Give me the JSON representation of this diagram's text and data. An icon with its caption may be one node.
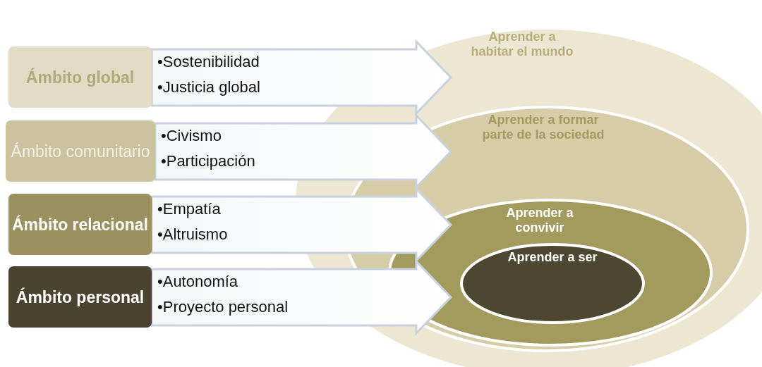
{
  "diagram": {
    "nodes": [
      {
        "text": [
          "Ámbito global"
        ]
      },
      {
        "text": [
          "•Sostenibilidad",
          "•Justicia global"
        ]
      },
      {
        "text": [
          "Ámbito comunitario"
        ]
      },
      {
        "text": [
          "•Civismo",
          "•Participación"
        ]
      },
      {
        "text": [
          "Ámbito relacional"
        ]
      },
      {
        "text": [
          "•Empatía",
          "•Altruismo"
        ]
      },
      {
        "text": [
          "Ámbito personal"
        ]
      },
      {
        "text": [
          "•Autonomía",
          "•Proyecto personal"
        ]
      },
      {
        "text": [
          "Aprender a habitar el mundo"
        ]
      },
      {
        "text": [
          "Aprender a formar parte de la sociedad"
        ],
        "in": 8
      },
      {
        "text": [
          "Aprender a convivir"
        ],
        "in": 9
      },
      {
        "text": [
          "Aprender a ser"
        ],
        "in": 10
      }
    ]
  }
}
